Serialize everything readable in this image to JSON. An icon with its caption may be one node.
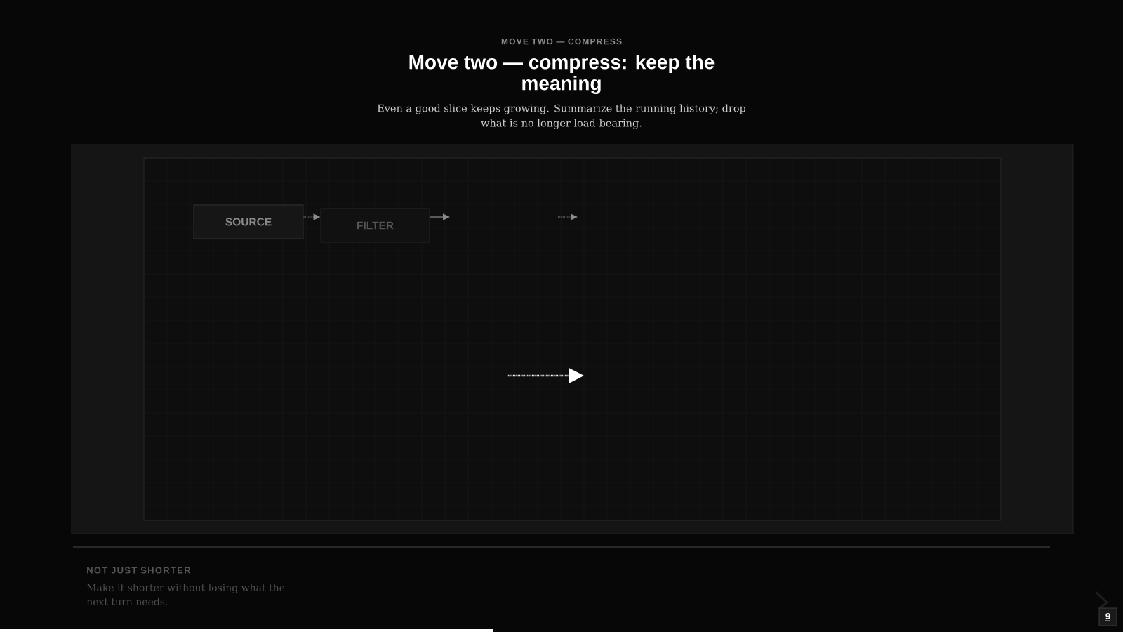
{
  "diagram": {
    "title": "Move two — compress: keep the meaning",
    "nodes": [
      {
        "text": [
          "SOURCE"
        ]
      },
      {
        "text": [
          "FILTER"
        ]
      }
    ],
    "edges": [
      {
        "from": 0,
        "to": 1,
        "arrow": "to",
        "style": "dashed"
      },
      {
        "from": 1,
        "to": null,
        "arrow": "to"
      }
    ],
    "labels": [
      "MOVE TWO — COMPRESS",
      "Even a good slice keeps growing. Summarize the running history; drop what is no longer load-bearing.",
      "NOT JUST SHORTER",
      "Make it shorter without losing what the next turn needs.",
      "9"
    ]
  }
}
